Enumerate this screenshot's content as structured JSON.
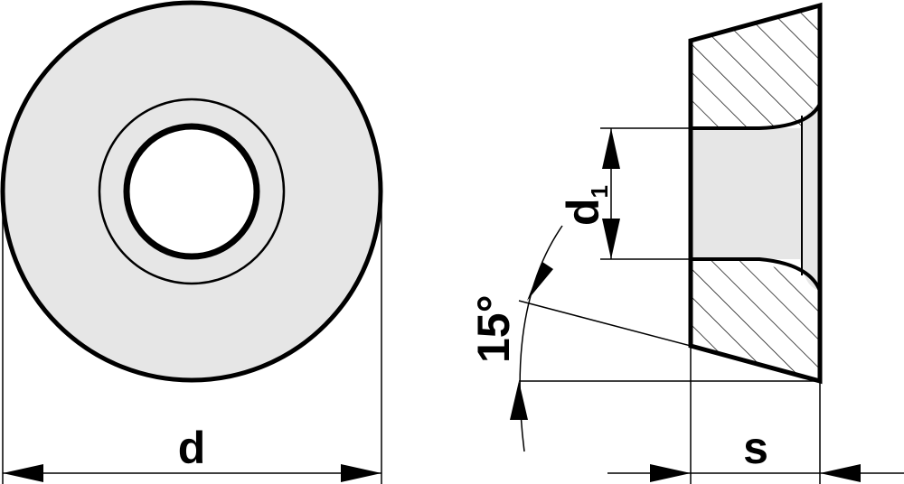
{
  "labels": {
    "diameter": "d",
    "hole_diameter": "d",
    "hole_diameter_subscript": "1",
    "angle": "15°",
    "thickness": "s"
  },
  "colors": {
    "part_fill": "#e6e6e6",
    "line": "#000000",
    "background": "#ffffff"
  }
}
